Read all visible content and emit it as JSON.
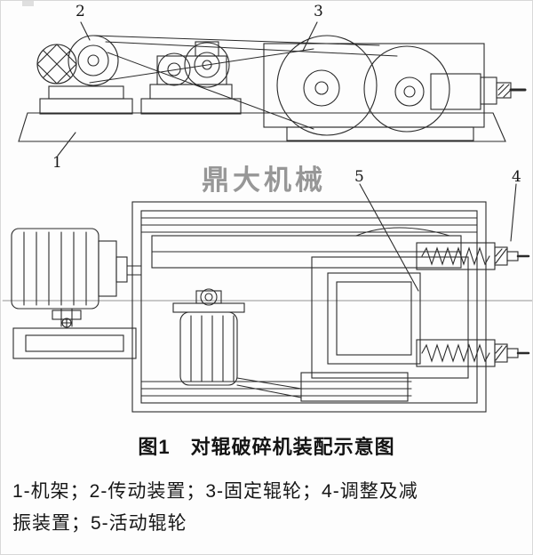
{
  "figure": {
    "watermark": "鼎大机械",
    "caption": "图1　对辊破碎机装配示意图",
    "legend": {
      "line1": "1-机架；2-传动装置；3-固定辊轮；4-调整及减",
      "line2": "振装置；5-活动辊轮"
    },
    "callouts": {
      "c1": "1",
      "c2": "2",
      "c3": "3",
      "c4": "4",
      "c5": "5"
    }
  }
}
